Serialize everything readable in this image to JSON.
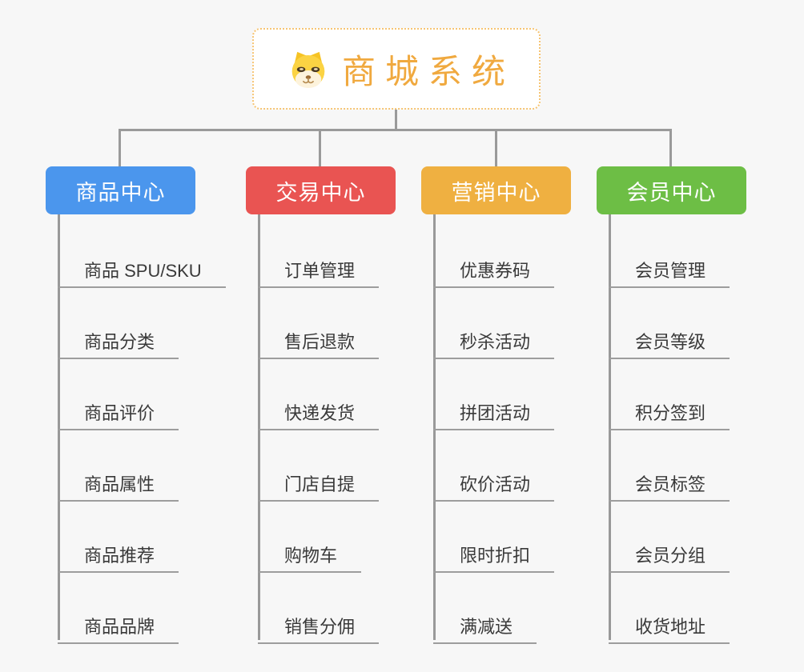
{
  "root": {
    "title": "商城系统",
    "icon": "dog-face-icon",
    "accent": "#f0a93f",
    "border_color": "#f6c473"
  },
  "connector_color": "#9a9a9a",
  "columns": [
    {
      "label": "商品中心",
      "color": "#4b96ed",
      "items": [
        "商品 SPU/SKU",
        "商品分类",
        "商品评价",
        "商品属性",
        "商品推荐",
        "商品品牌"
      ]
    },
    {
      "label": "交易中心",
      "color": "#e95452",
      "items": [
        "订单管理",
        "售后退款",
        "快递发货",
        "门店自提",
        "购物车",
        "销售分佣"
      ]
    },
    {
      "label": "营销中心",
      "color": "#efb041",
      "items": [
        "优惠券码",
        "秒杀活动",
        "拼团活动",
        "砍价活动",
        "限时折扣",
        "满减送"
      ]
    },
    {
      "label": "会员中心",
      "color": "#6dbe45",
      "items": [
        "会员管理",
        "会员等级",
        "积分签到",
        "会员标签",
        "会员分组",
        "收货地址"
      ]
    }
  ]
}
